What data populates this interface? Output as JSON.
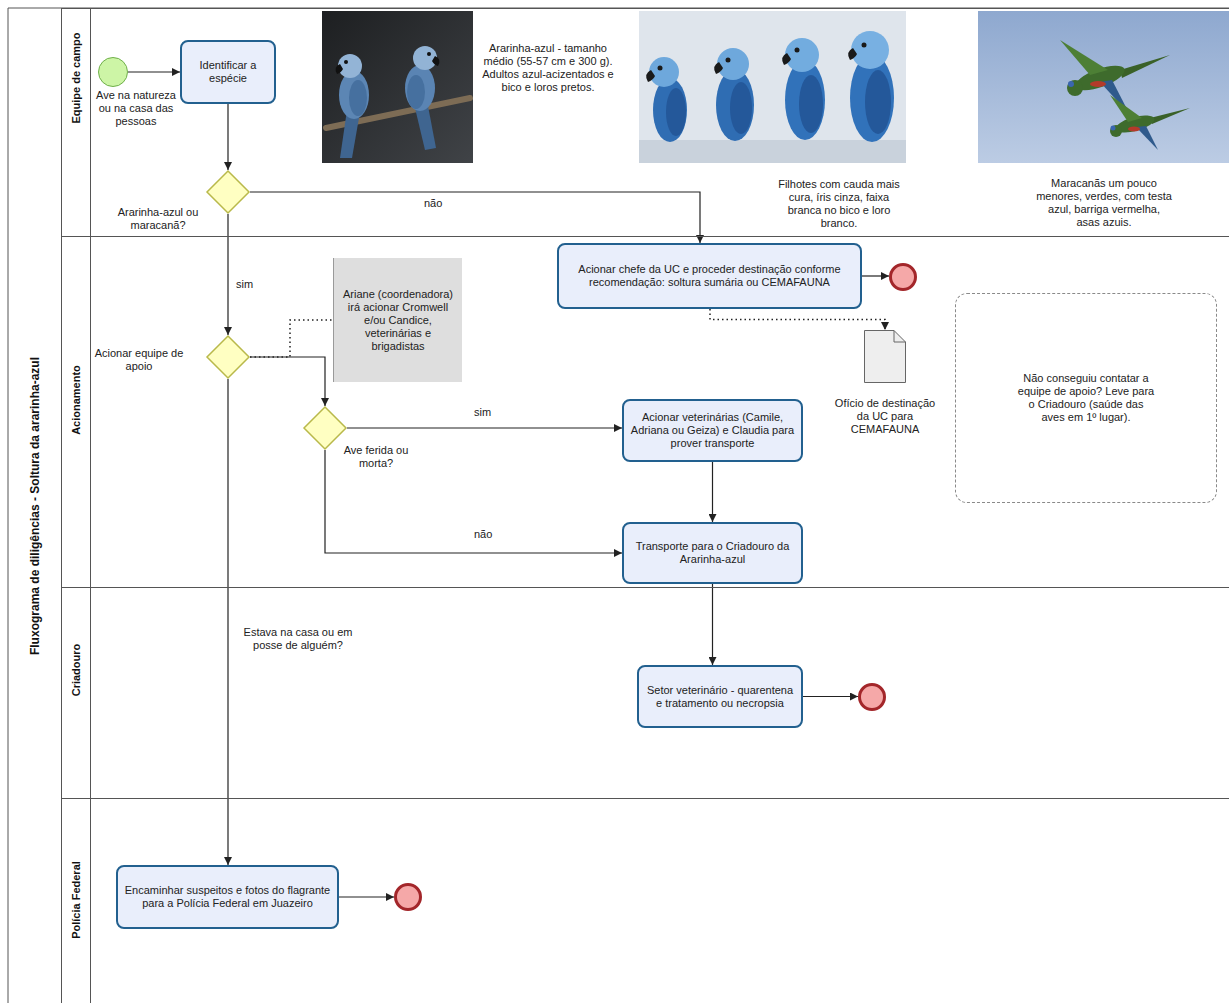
{
  "diagram": {
    "title": "Fluxograma de diligências - Soltura da ararinha-azul",
    "nodes": [
      {
        "text": [
          "Equipe de campo"
        ]
      },
      {
        "text": [
          "Ave na natureza ou na casa das pessoas"
        ],
        "in": 0
      },
      {
        "text": [
          "Identificar a espécie"
        ],
        "in": 0
      },
      {
        "text": [
          "Ararinha-azul ou maracanã?"
        ],
        "in": 0
      },
      {
        "text": [
          "Acionamento"
        ]
      },
      {
        "text": [
          "Acionar equipe de apoio"
        ],
        "in": 4
      },
      {
        "text": [
          "Ariane (coordenadora) irá acionar Cromwell e/ou Candice, veterinárias e brigadistas"
        ],
        "in": 4
      },
      {
        "text": [
          "Acionar chefe da UC e proceder destinação conforme recomendação: soltura sumária ou CEMAFAUNA"
        ],
        "in": 4
      },
      {
        "text": [],
        "in": 4
      },
      {
        "text": [
          "Ofício de destinação da UC para CEMAFAUNA"
        ],
        "in": 4
      },
      {
        "text": [
          "Ave ferida ou morta?"
        ],
        "in": 4
      },
      {
        "text": [
          "Acionar veterinárias (Camile, Adriana ou Geiza) e Claudia para prover transporte"
        ],
        "in": 4
      },
      {
        "text": [
          "Transporte para o Criadouro da Ararinha-azul"
        ],
        "in": 4
      },
      {
        "text": [
          "Não conseguiu contatar a equipe de apoio? Leve para o Criadouro (saúde das aves em 1º lugar)."
        ],
        "in": 4
      },
      {
        "text": [
          "Criadouro"
        ]
      },
      {
        "text": [
          "Setor veterinário - quarentena e tratamento ou necropsia"
        ],
        "in": 14
      },
      {
        "text": [],
        "in": 14
      },
      {
        "text": [
          "Polícia Federal"
        ]
      },
      {
        "text": [
          "Encaminhar suspeitos e fotos do flagrante para a Polícia Federal em Juazeiro"
        ],
        "in": 17
      },
      {
        "text": [],
        "in": 17
      }
    ],
    "edges": [
      {
        "from": 1,
        "to": 2,
        "arrow": "to"
      },
      {
        "from": 2,
        "to": 3,
        "arrow": "to"
      },
      {
        "from": 3,
        "to": 7,
        "arrow": "to",
        "label": "não"
      },
      {
        "from": 3,
        "to": 5,
        "arrow": "to",
        "label": "sim"
      },
      {
        "from": 7,
        "to": 8,
        "arrow": "to"
      },
      {
        "from": 7,
        "to": 9,
        "arrow": "to"
      },
      {
        "from": 5,
        "to": 6,
        "arrow": "none"
      },
      {
        "from": 5,
        "to": 10,
        "arrow": "to"
      },
      {
        "from": 10,
        "to": 11,
        "arrow": "to",
        "label": "sim"
      },
      {
        "from": 10,
        "to": 12,
        "arrow": "to",
        "label": "não"
      },
      {
        "from": 11,
        "to": 12,
        "arrow": "to"
      },
      {
        "from": 12,
        "to": 15,
        "arrow": "to"
      },
      {
        "from": 15,
        "to": 16,
        "arrow": "to"
      },
      {
        "from": 5,
        "to": 18,
        "arrow": "to",
        "label": "Estava na casa ou em posse de alguém?"
      },
      {
        "from": 18,
        "to": 19,
        "arrow": "to"
      }
    ],
    "labels": [
      "Ararinha-azul - tamanho médio (55-57 cm e 300 g). Adultos azul-acizentados e bico e loros pretos.",
      "Filhotes com cauda mais cura, íris cinza, faixa branca no bico e loro branco.",
      "Maracanãs um pouco menores, verdes, com testa azul, barriga vermelha, asas azuis."
    ]
  }
}
